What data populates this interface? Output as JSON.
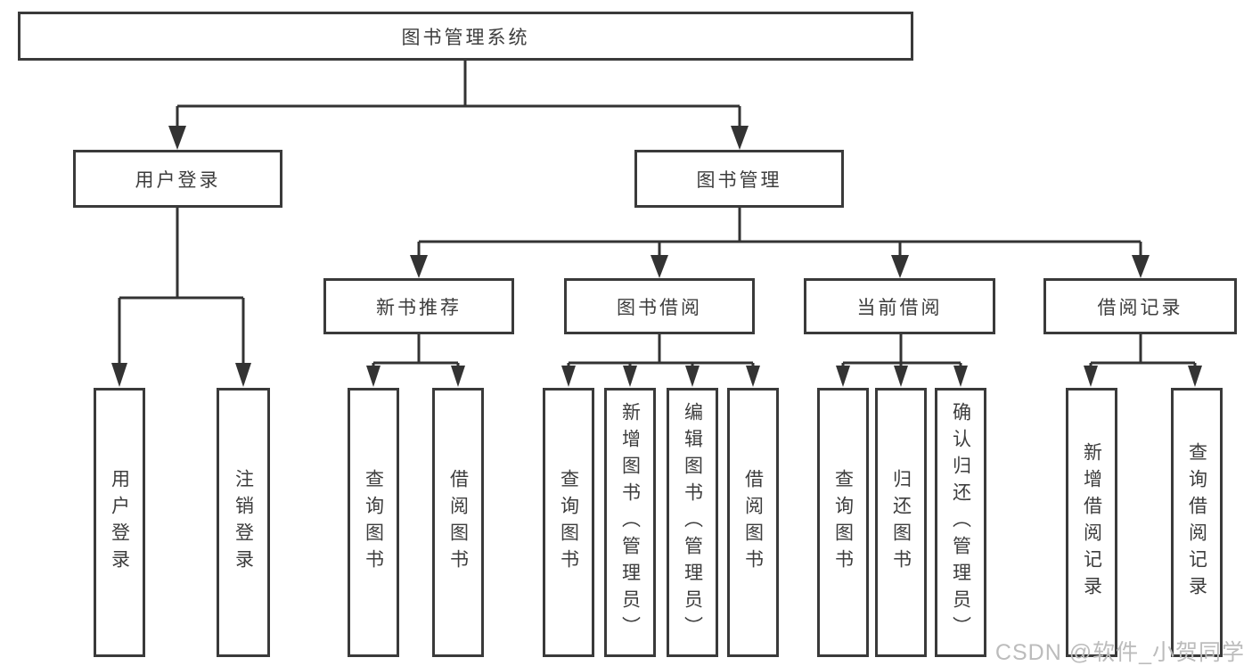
{
  "diagram": {
    "title": "图书管理系统",
    "level2": {
      "user_login": "用户登录",
      "book_management": "图书管理"
    },
    "level3": {
      "new_books": "新书推荐",
      "borrowing": "图书借阅",
      "current": "当前借阅",
      "records": "借阅记录"
    },
    "leaves": {
      "user_login": "用户登录",
      "logout": "注销登录",
      "nb_query": "查询图书",
      "nb_borrow": "借阅图书",
      "bw_query": "查询图书",
      "bw_add": "新增图书（管理员）",
      "bw_edit": "编辑图书（管理员）",
      "bw_borrow": "借阅图书",
      "cur_query": "查询图书",
      "cur_return": "归还图书",
      "cur_confirm": "确认归还（管理员）",
      "rec_add": "新增借阅记录",
      "rec_query": "查询借阅记录"
    },
    "colors": {
      "line": "#333333",
      "text": "#3d3d3d",
      "box_background": "#ffffff"
    }
  },
  "watermark": {
    "text": "CSDN @软件_小贺同学",
    "color": "#bcbcbc"
  }
}
